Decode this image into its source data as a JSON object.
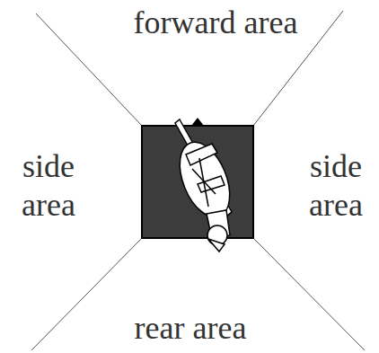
{
  "diagram": {
    "labels": [
      "forward area",
      "side area",
      "side area",
      "rear area"
    ]
  }
}
